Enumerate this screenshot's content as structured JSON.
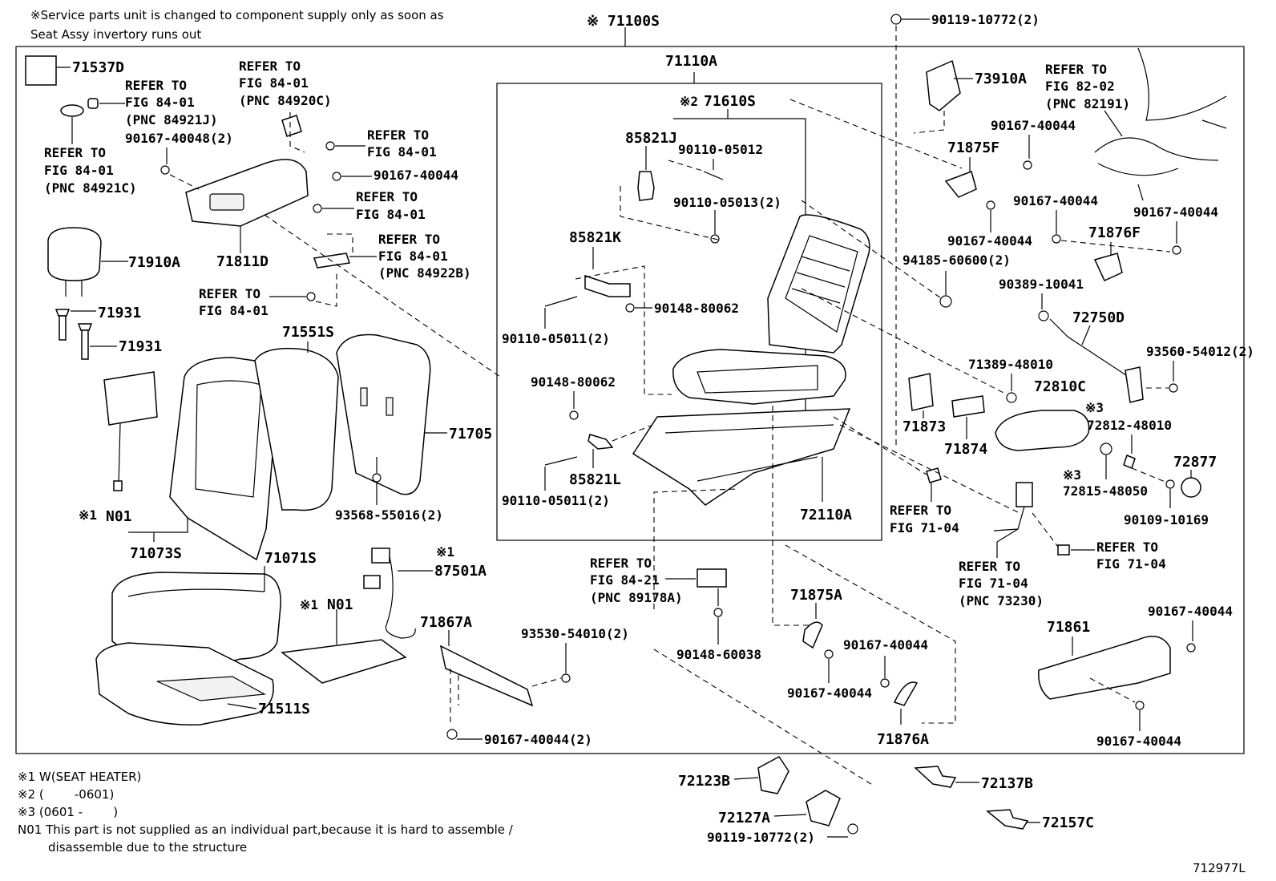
{
  "header": {
    "note_line1": "※Service parts unit is changed to component supply only as soon as",
    "note_line2": "Seat Assy invertory runs out",
    "assembly": "※ 71100S"
  },
  "labels": {
    "l71537D": "71537D",
    "r_84921J_1": "REFER TO",
    "r_84921J_2": "FIG 84-01",
    "r_84921J_3": "(PNC 84921J)",
    "b90167_40048": "90167-40048(2)",
    "r_84921C_1": "REFER TO",
    "r_84921C_2": "FIG 84-01",
    "r_84921C_3": "(PNC 84921C)",
    "r_84920C_1": "REFER TO",
    "r_84920C_2": "FIG 84-01",
    "r_84920C_3": "(PNC 84920C)",
    "r_a_1": "REFER TO",
    "r_a_2": "FIG 84-01",
    "b90167_40044_a": "90167-40044",
    "r_b_1": "REFER TO",
    "r_b_2": "FIG 84-01",
    "r_84922B_1": "REFER TO",
    "r_84922B_2": "FIG 84-01",
    "r_84922B_3": "(PNC 84922B)",
    "l71811D": "71811D",
    "r_c_1": "REFER TO",
    "r_c_2": "FIG 84-01",
    "l71910A": "71910A",
    "l71931a": "71931",
    "l71931b": "71931",
    "l71551S": "71551S",
    "l71705": "71705",
    "b93568": "93568-55016(2)",
    "n01a_mark": "※1",
    "n01a": "N01",
    "l71073S": "71073S",
    "l71071S": "71071S",
    "n01b_mark": "※1",
    "n01b": "N01",
    "l87501A_mark": "※1",
    "l87501A": "87501A",
    "l71511S": "71511S",
    "l71867A": "71867A",
    "b93530": "93530-54010(2)",
    "b90167_40044_2": "90167-40044(2)",
    "l71110A": "71110A",
    "l71610S_mark": "※2",
    "l71610S": "71610S",
    "l85821J": "85821J",
    "b90110_05012": "90110-05012",
    "b90110_05013": "90110-05013(2)",
    "l85821K": "85821K",
    "b90148_80062a": "90148-80062",
    "b90110_05011a": "90110-05011(2)",
    "b90148_80062b": "90148-80062",
    "l85821L": "85821L",
    "b90110_05011b": "90110-05011(2)",
    "l72110A": "72110A",
    "r_89178A_1": "REFER TO",
    "r_89178A_2": "FIG 84-21",
    "r_89178A_3": "(PNC 89178A)",
    "b90148_60038": "90148-60038",
    "l71875A": "71875A",
    "b90167_40044_c": "90167-40044",
    "b90167_40044_d": "90167-40044",
    "l71876A": "71876A",
    "b90119_top": "90119-10772(2)",
    "l73910A": "73910A",
    "r_82191_1": "REFER TO",
    "r_82191_2": "FIG 82-02",
    "r_82191_3": "(PNC 82191)",
    "b90167_40044_e": "90167-40044",
    "l71875F": "71875F",
    "b90167_40044_f": "90167-40044",
    "b90167_40044_g": "90167-40044",
    "b90167_40044_h": "90167-40044",
    "l71876F": "71876F",
    "b94185": "94185-60600(2)",
    "b90389": "90389-10041",
    "l72750D": "72750D",
    "b71389": "71389-48010",
    "b93560": "93560-54012(2)",
    "l72810C": "72810C",
    "l72812_mark": "※3",
    "b72812": "72812-48010",
    "l71873": "71873",
    "l71874": "71874",
    "l72877": "72877",
    "l72815_mark": "※3",
    "b72815": "72815-48050",
    "b90109": "90109-10169",
    "r_7104a_1": "REFER TO",
    "r_7104a_2": "FIG 71-04",
    "r_7104b_1": "REFER TO",
    "r_7104b_2": "FIG 71-04",
    "r_73230_1": "REFER TO",
    "r_73230_2": "FIG 71-04",
    "r_73230_3": "(PNC 73230)",
    "b90167_40044_i": "90167-40044",
    "l71861": "71861",
    "b90167_40044_j": "90167-40044",
    "l72123B": "72123B",
    "l72137B": "72137B",
    "l72127A": "72127A",
    "l72157C": "72157C",
    "b90119_bottom": "90119-10772(2)"
  },
  "footer": {
    "fn1": "※1 W(SEAT HEATER)",
    "fn2": "※2 (        -0601)",
    "fn3": "※3 (0601 -        )",
    "fn4a": "N01 This part is not supplied as an individual part,because it is hard to assemble /",
    "fn4b": "disassemble due to the structure",
    "figure_id": "712977L"
  }
}
